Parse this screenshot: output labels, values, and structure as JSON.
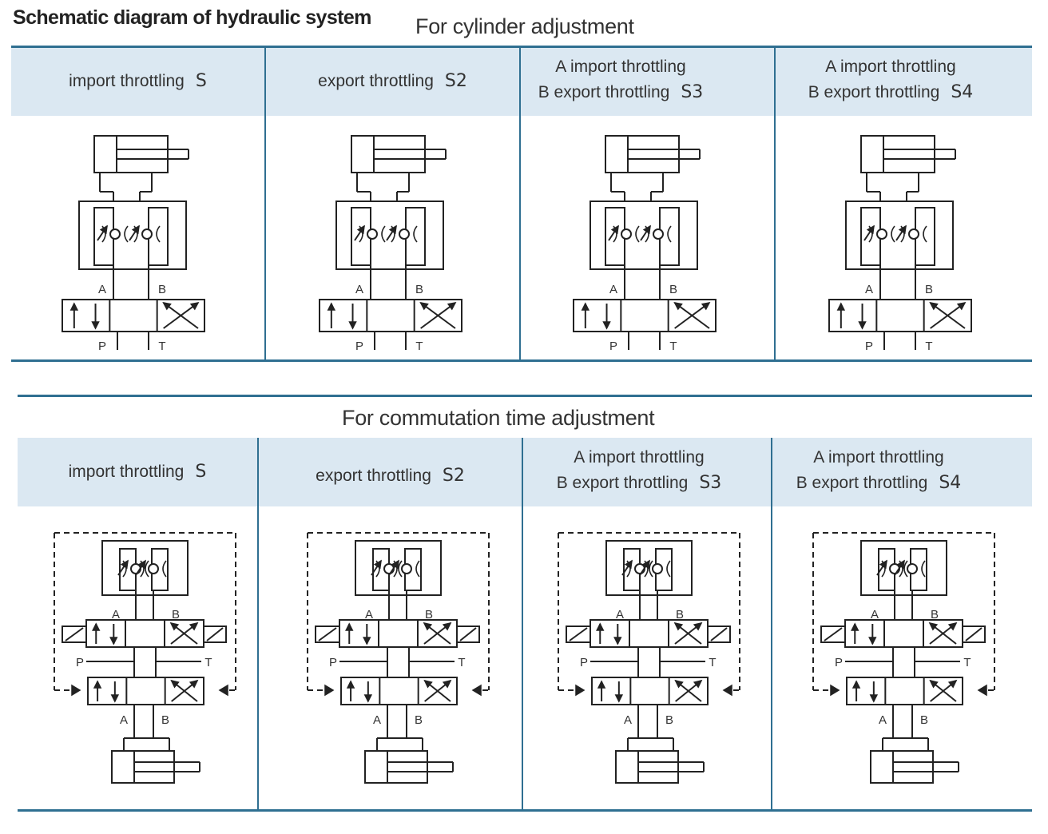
{
  "page_title": "Schematic diagram of hydraulic system",
  "sections": [
    {
      "title": "For cylinder adjustment",
      "cells": [
        {
          "line1": "import throttling",
          "line2": "",
          "code": "S"
        },
        {
          "line1": "export throttling",
          "line2": "",
          "code": "S2"
        },
        {
          "line1": "A import throttling",
          "line2": "B export throttling",
          "code": "S3"
        },
        {
          "line1": "A import throttling",
          "line2": "B export throttling",
          "code": "S4"
        }
      ]
    },
    {
      "title": "For commutation time adjustment",
      "cells": [
        {
          "line1": "import throttling",
          "line2": "",
          "code": "S"
        },
        {
          "line1": "export throttling",
          "line2": "",
          "code": "S2"
        },
        {
          "line1": "A import throttling",
          "line2": "B export throttling",
          "code": "S3"
        },
        {
          "line1": "A import throttling",
          "line2": "B export throttling",
          "code": "S4"
        }
      ]
    }
  ],
  "port_labels": {
    "a": "A",
    "b": "B",
    "p": "P",
    "t": "T"
  },
  "colors": {
    "rule": "#2f6f91",
    "band": "#dbe8f2",
    "stroke": "#222222"
  }
}
